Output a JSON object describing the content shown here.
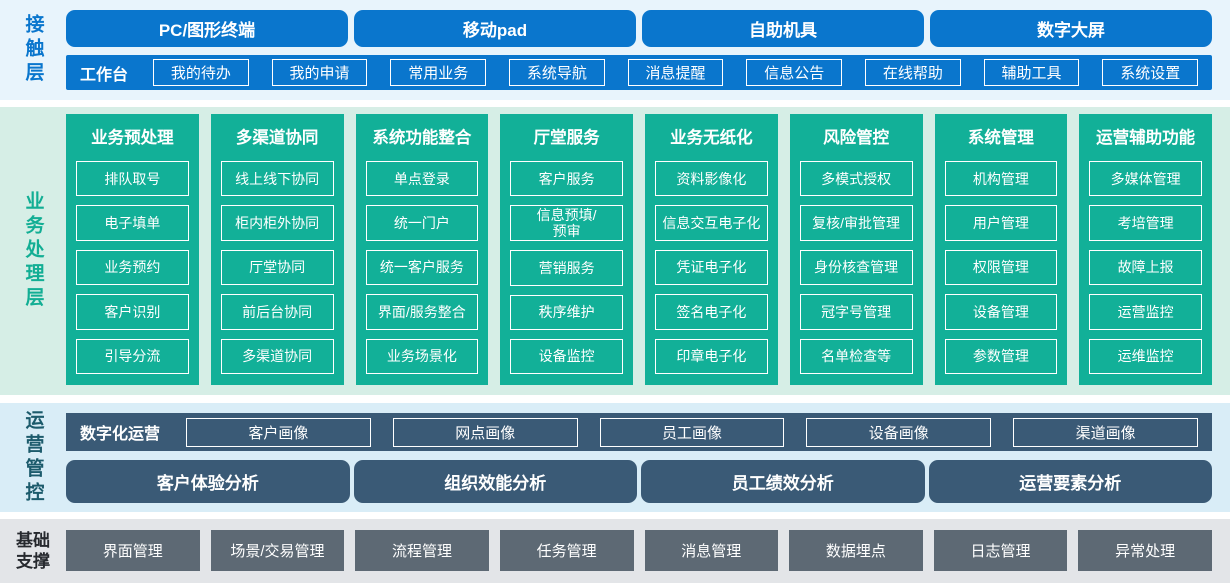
{
  "colors": {
    "blue": "#0a76cd",
    "blue_bg": "#e8f4fc",
    "green": "#12b098",
    "green_bg": "#d6eee6",
    "slate": "#3a5a76",
    "slate_bg": "#d9edf7",
    "gray": "#5d6974",
    "gray_bg": "#e3e5e8"
  },
  "contact_layer": {
    "label": "接触层",
    "terminals": [
      "PC/图形终端",
      "移动pad",
      "自助机具",
      "数字大屏"
    ],
    "workbench": {
      "label": "工作台",
      "items": [
        "我的待办",
        "我的申请",
        "常用业务",
        "系统导航",
        "消息提醒",
        "信息公告",
        "在线帮助",
        "辅助工具",
        "系统设置"
      ]
    }
  },
  "business_layer": {
    "label": "业务处理层",
    "columns": [
      {
        "title": "业务预处理",
        "items": [
          "排队取号",
          "电子填单",
          "业务预约",
          "客户识别",
          "引导分流"
        ]
      },
      {
        "title": "多渠道协同",
        "items": [
          "线上线下协同",
          "柜内柜外协同",
          "厅堂协同",
          "前后台协同",
          "多渠道协同"
        ]
      },
      {
        "title": "系统功能整合",
        "items": [
          "单点登录",
          "统一门户",
          "统一客户服务",
          "界面/服务整合",
          "业务场景化"
        ]
      },
      {
        "title": "厅堂服务",
        "items": [
          "客户服务",
          "信息预填/\n预审",
          "营销服务",
          "秩序维护",
          "设备监控"
        ]
      },
      {
        "title": "业务无纸化",
        "items": [
          "资料影像化",
          "信息交互电子化",
          "凭证电子化",
          "签名电子化",
          "印章电子化"
        ]
      },
      {
        "title": "风险管控",
        "items": [
          "多模式授权",
          "复核/审批管理",
          "身份核查管理",
          "冠字号管理",
          "名单检查等"
        ]
      },
      {
        "title": "系统管理",
        "items": [
          "机构管理",
          "用户管理",
          "权限管理",
          "设备管理",
          "参数管理"
        ]
      },
      {
        "title": "运营辅助功能",
        "items": [
          "多媒体管理",
          "考培管理",
          "故障上报",
          "运营监控",
          "运维监控"
        ]
      }
    ]
  },
  "operations_layer": {
    "label": "运营管控",
    "digital_ops": {
      "label": "数字化运营",
      "items": [
        "客户画像",
        "网点画像",
        "员工画像",
        "设备画像",
        "渠道画像"
      ]
    },
    "analysis": [
      "客户体验分析",
      "组织效能分析",
      "员工绩效分析",
      "运营要素分析"
    ]
  },
  "foundation_layer": {
    "label": "基础\n支撑",
    "items": [
      "界面管理",
      "场景/交易管理",
      "流程管理",
      "任务管理",
      "消息管理",
      "数据埋点",
      "日志管理",
      "异常处理"
    ]
  }
}
